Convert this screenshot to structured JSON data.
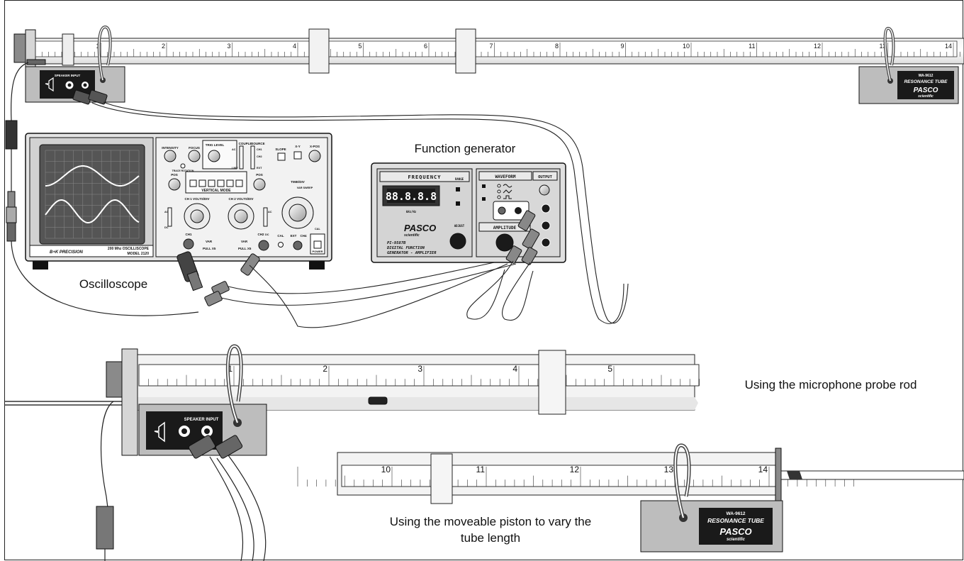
{
  "captions": {
    "oscilloscope": "Oscilloscope",
    "function_generator": "Function generator",
    "probe_rod": "Using the microphone probe rod",
    "piston_line1": "Using the moveable piston to vary the",
    "piston_line2": "tube length"
  },
  "tube_top": {
    "scale_numbers": [
      "1",
      "2",
      "3",
      "4",
      "5",
      "6",
      "7",
      "8",
      "9",
      "10",
      "11",
      "12",
      "13",
      "14"
    ],
    "speaker_label": "SPEAKER INPUT",
    "brand_model": "WA-9612",
    "brand_title": "RESONANCE TUBE",
    "brand_logo": "PASCO",
    "brand_sub": "scientific"
  },
  "oscilloscope": {
    "brand": "B+K PRECISION",
    "model_line1": "200 Mhz OSCILLISCOPE",
    "model_line2": "MODEL 2120",
    "labels": {
      "intensity": "INTENSITY",
      "focus": "FOCUS",
      "trig_level": "TRIG LEVEL",
      "couple": "COUPLE",
      "source": "SOURCE",
      "slope": "SLOPE",
      "x_y": "X-Y",
      "x_pos": "X-POS",
      "trace_rotation": "TRACE ROTATION",
      "pos": "POS",
      "vertical_mode": "VERTICAL MODE",
      "ch1_volts": "CH 1 VOLTS/DIV",
      "ch2_volts": "CH 2 VOLTS/DIV",
      "time_div": "TIME/DIV",
      "var_sweep": "VAR SWEEP",
      "var": "VAR",
      "pull_x5": "PULL X5",
      "cal": "CAL",
      "ext": "EXT",
      "ch1": "CH1",
      "ch2": "CH2",
      "ch4": "CH4",
      "power": "POWER",
      "ac": "AC",
      "dc": "DC",
      "line": "LINE"
    }
  },
  "function_generator": {
    "frequency": "FREQUENCY",
    "range": "RANGE",
    "waveform": "WAVEFORM",
    "output": "OUTPUT",
    "amplitude": "AMPLITUDE",
    "display": "88.8.8.8",
    "hz_khz": "kHz/Hz",
    "adjust": "ADJUST",
    "logo": "PASCO",
    "logo_sub": "scientific",
    "model": "PI-9587B",
    "desc_line1": "DIGITAL FUNCTION",
    "desc_line2": "GENERATOR - AMPLIFIER"
  },
  "tube_mid": {
    "scale_numbers": [
      "1",
      "2",
      "3",
      "4",
      "5"
    ],
    "speaker_label": "SPEAKER INPUT"
  },
  "tube_bottom": {
    "scale_numbers": [
      "10",
      "11",
      "12",
      "13",
      "14"
    ],
    "brand_model": "WA-9612",
    "brand_title": "RESONANCE TUBE",
    "brand_logo": "PASCO",
    "brand_sub": "scientific"
  },
  "colors": {
    "ink": "#111111",
    "panel_dark": "#1a1a1a",
    "tube_gray": "#bdbdbd",
    "light_gray": "#e6e6e6",
    "screen": "#4a4a4a",
    "wave": "#ffffff"
  }
}
